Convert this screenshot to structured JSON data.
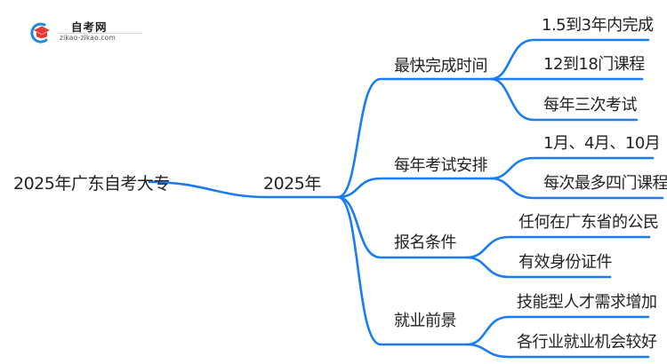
{
  "logo": {
    "title": "自考网",
    "url_text": "zikao-zikao.com",
    "icon": "graduation-cap-icon",
    "colors": {
      "cap": "#e53935",
      "ring": "#1e88e5"
    }
  },
  "mindmap": {
    "line_color": "#1a7cf5",
    "root": {
      "label": "2025年广东自考大专"
    },
    "hub": {
      "label": "2025年"
    },
    "branches": [
      {
        "label": "最快完成时间",
        "children": [
          {
            "label": "1.5到3年内完成"
          },
          {
            "label": "12到18门课程"
          },
          {
            "label": "每年三次考试"
          }
        ]
      },
      {
        "label": "每年考试安排",
        "children": [
          {
            "label": "1月、4月、10月"
          },
          {
            "label": "每次最多四门课程"
          }
        ]
      },
      {
        "label": "报名条件",
        "children": [
          {
            "label": "任何在广东省的公民"
          },
          {
            "label": "有效身份证件"
          }
        ]
      },
      {
        "label": "就业前景",
        "children": [
          {
            "label": "技能型人才需求增加"
          },
          {
            "label": "各行业就业机会较好"
          }
        ]
      }
    ]
  }
}
